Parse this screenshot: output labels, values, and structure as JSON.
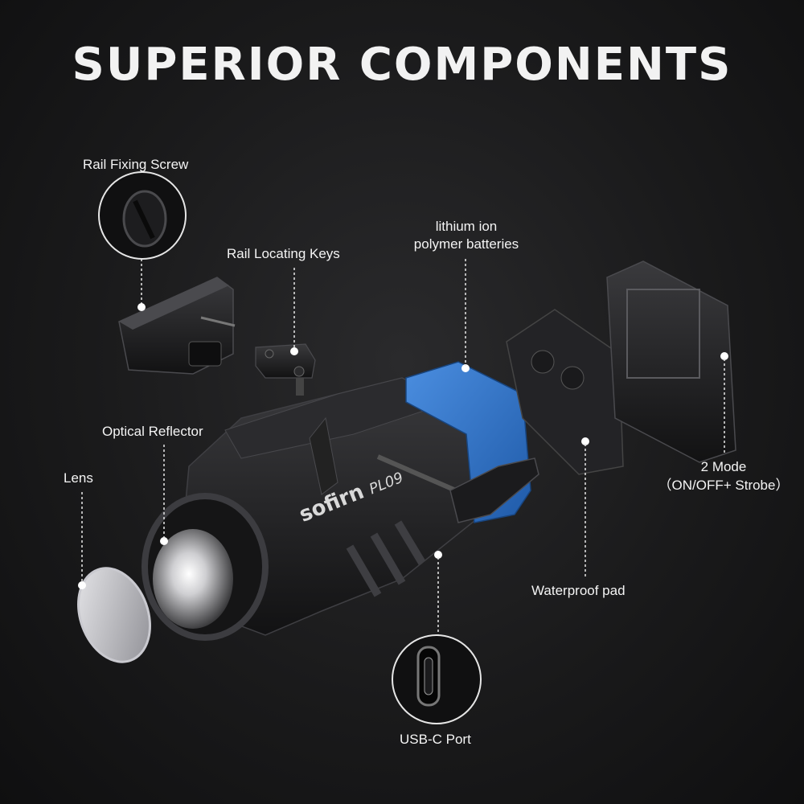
{
  "title": "SUPERIOR COMPONENTS",
  "brand": {
    "logo": "sofirn",
    "model": "PL09"
  },
  "components": {
    "rail_fixing_screw": "Rail Fixing Screw",
    "rail_locating_keys": "Rail Locating Keys",
    "battery_line1": "lithium ion",
    "battery_line2": "polymer batteries",
    "optical_reflector": "Optical Reflector",
    "lens": "Lens",
    "mode_line1": "2 Mode",
    "mode_line2": "（ON/OFF+ Strobe）",
    "waterproof_pad": "Waterproof pad",
    "usb_c_port": "USB-C Port"
  },
  "colors": {
    "background": "#1a1a1b",
    "battery": "#2f6fc0",
    "metal": "#1c1c1e",
    "text": "#f4f4f4"
  }
}
